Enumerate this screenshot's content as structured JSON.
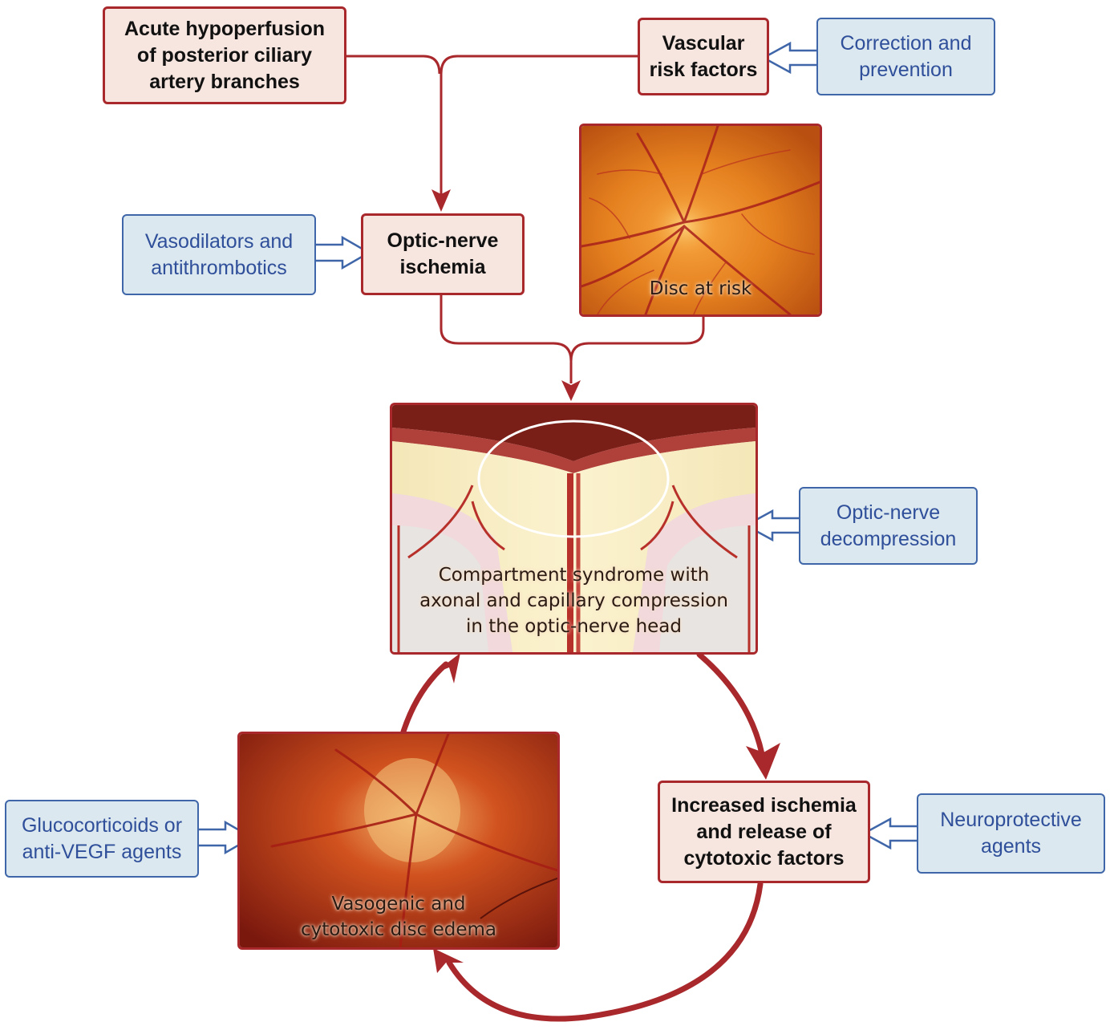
{
  "boxes": {
    "acute_hypoperfusion": [
      "Acute hypoperfusion",
      "of posterior ciliary",
      "artery branches"
    ],
    "vascular_risk": [
      "Vascular",
      "risk factors"
    ],
    "optic_nerve_ischemia": [
      "Optic-nerve",
      "ischemia"
    ],
    "increased_ischemia": [
      "Increased ischemia",
      "and release of",
      "cytotoxic factors"
    ]
  },
  "treatments": {
    "correction_prevention": [
      "Correction and",
      "prevention"
    ],
    "vasodilators": [
      "Vasodilators and",
      "antithrombotics"
    ],
    "decompression": [
      "Optic-nerve",
      "decompression"
    ],
    "neuroprotective": [
      "Neuroprotective",
      "agents"
    ],
    "glucocorticoids": [
      "Glucocorticoids or",
      "anti-VEGF agents"
    ]
  },
  "images": {
    "disc_at_risk": [
      "Disc at risk"
    ],
    "compartment": [
      "Compartment syndrome with",
      "axonal and capillary compression",
      "in the optic-nerve head"
    ],
    "edema": [
      "Vasogenic and",
      "cytotoxic disc edema"
    ]
  },
  "colors": {
    "pathway": "#a8282c",
    "treatment_border": "#3f66a8",
    "treatment_text": "#2f4f9a"
  }
}
